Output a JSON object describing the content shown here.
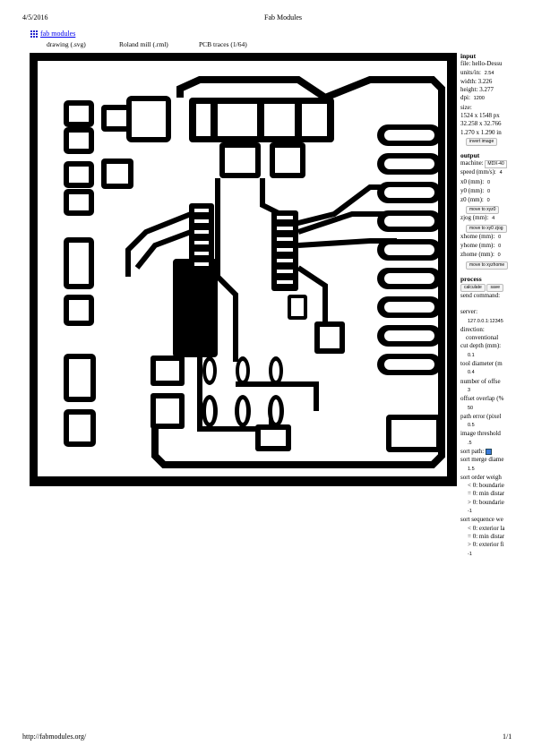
{
  "print_header": {
    "date": "4/5/2016",
    "title": "Fab Modules"
  },
  "print_footer": {
    "url": "http://fabmodules.org/",
    "page": "1/1"
  },
  "app_link": {
    "label": "fab modules",
    "icon": "fab-grid-icon"
  },
  "steps": {
    "format": "drawing (.svg)",
    "machine": "Roland mill (.rml)",
    "process": "PCB traces (1/64)"
  },
  "input": {
    "heading": "input",
    "file_label": "file: hello-Dessu",
    "units_label": "units/in:",
    "units_value": "2.54",
    "width_label": "width: 3.226",
    "height_label": "height: 3.277",
    "dpi_label": "dpi:",
    "dpi_value": "1200",
    "size_label": "size:",
    "size_px": "1524 x 1548 px",
    "size_mm": "32.258 x 32.766",
    "size_in": "1.270 x 1.290 in",
    "invert_button": "invert image"
  },
  "output": {
    "heading": "output",
    "machine_label": "machine:",
    "machine_value": "MDX-40",
    "speed_label": "speed (mm/s):",
    "speed_value": "4",
    "x0_label": "x0 (mm):",
    "x0_value": "0",
    "y0_label": "y0 (mm):",
    "y0_value": "0",
    "z0_label": "z0 (mm):",
    "z0_value": "0",
    "move_xyz0_button": "move to xyz0",
    "zjog_label": "zjog (mm):",
    "zjog_value": "4",
    "move_xy0_button": "move to xy0 zjog",
    "xhome_label": "xhome (mm):",
    "xhome_value": "0",
    "yhome_label": "yhome (mm):",
    "yhome_value": "0",
    "zhome_label": "zhome (mm):",
    "zhome_value": "0",
    "move_home_button": "move to xyzhome"
  },
  "process": {
    "heading": "process",
    "calculate_button": "calculate",
    "save_button": "save",
    "send_label": "send command:",
    "server_label": "server:",
    "server_value": "127.0.0.1:12345",
    "direction_label": "direction:",
    "direction_value": "conventional",
    "cut_depth_label": "cut depth (mm):",
    "cut_depth_value": "0.1",
    "tool_diameter_label": "tool diameter (m",
    "tool_diameter_value": "0.4",
    "offsets_label": "number of offse",
    "offsets_value": "3",
    "overlap_label": "offset overlap (%",
    "overlap_value": "50",
    "path_error_label": "path error (pixel",
    "path_error_value": "0.5",
    "threshold_label": "image threshold",
    "threshold_value": ".5",
    "sort_path_label": "sort path:",
    "merge_label": "sort merge diame",
    "merge_value": "1.5",
    "order_weight_label": "sort order weigh",
    "order_weight_lines": [
      "< 0: boundarie",
      "= 0: min distar",
      "> 0: boundarie"
    ],
    "order_weight_value": "-1",
    "sequence_label": "sort sequence we",
    "sequence_lines": [
      "< 0: exterior la",
      "= 0: min distar",
      "> 0: exterior fi"
    ],
    "sequence_value": "-1"
  },
  "colors": {
    "link": "#0000ee",
    "board": "#000000",
    "checkbox": "#3b7bdb"
  }
}
